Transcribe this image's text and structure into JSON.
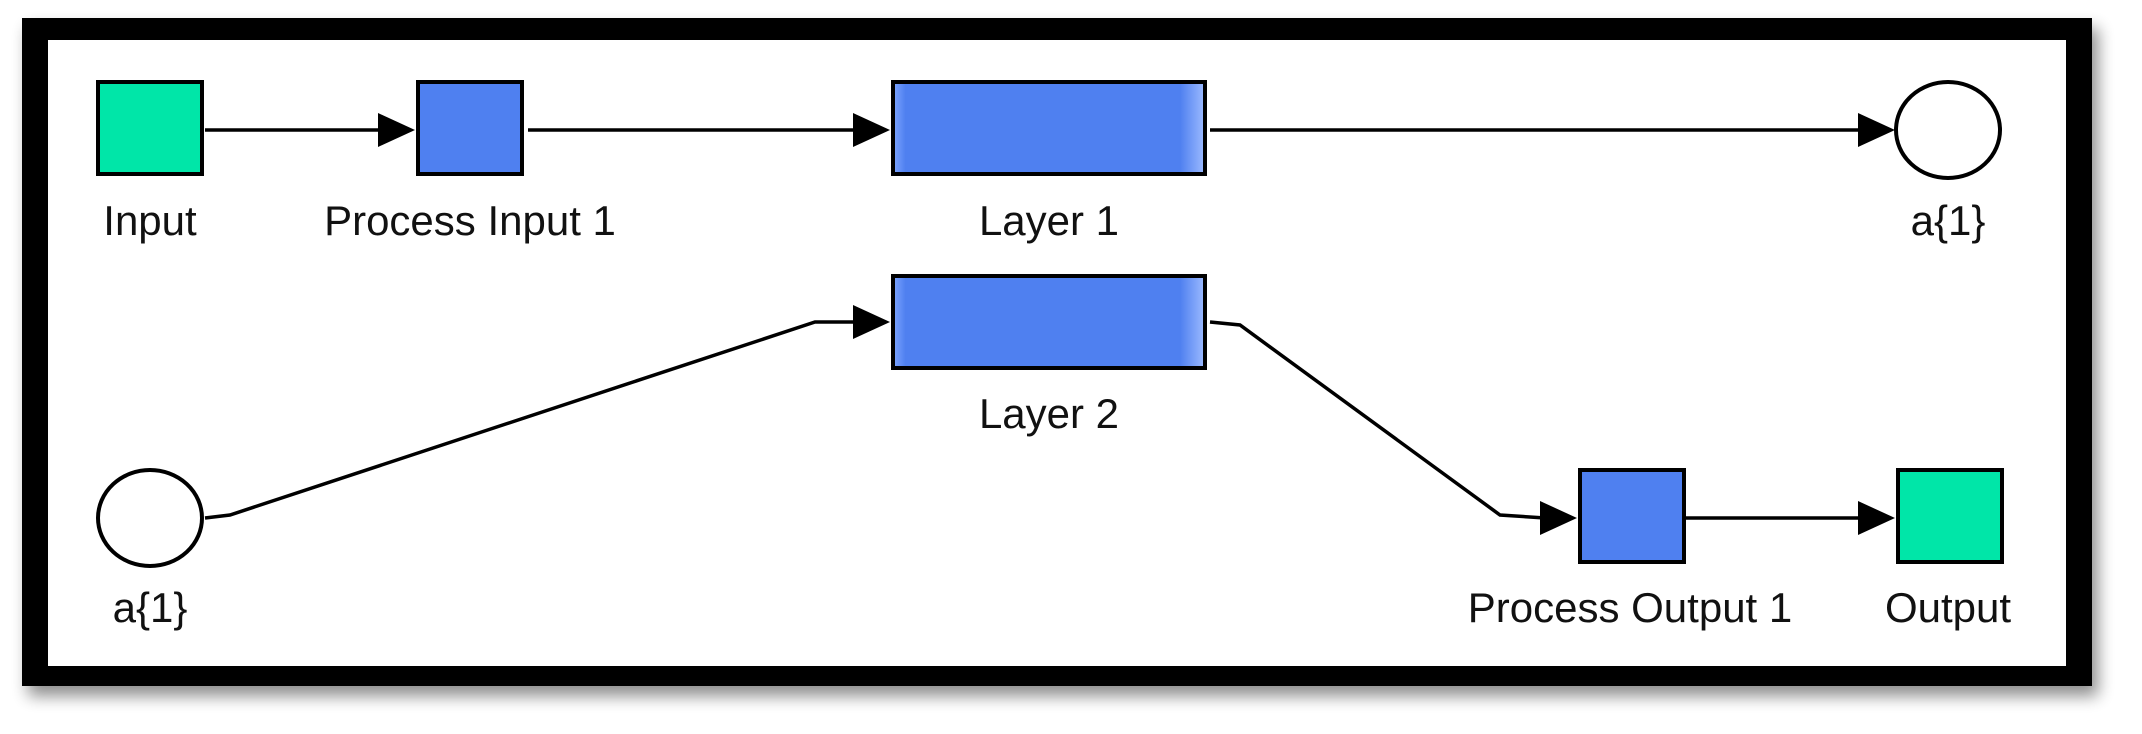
{
  "diagram": {
    "nodes": {
      "input": {
        "label": "Input"
      },
      "process_input": {
        "label": "Process Input 1"
      },
      "layer1": {
        "label": "Layer 1"
      },
      "a1_top": {
        "label": "a{1}"
      },
      "layer2": {
        "label": "Layer 2"
      },
      "a1_bottom": {
        "label": "a{1}"
      },
      "process_output": {
        "label": "Process Output 1"
      },
      "output": {
        "label": "Output"
      }
    }
  },
  "colors": {
    "io_block": "#00e6a8",
    "process_block": "#4f80f0",
    "layer_block": "#4f80f0",
    "frame": "#000000",
    "background": "#ffffff"
  }
}
